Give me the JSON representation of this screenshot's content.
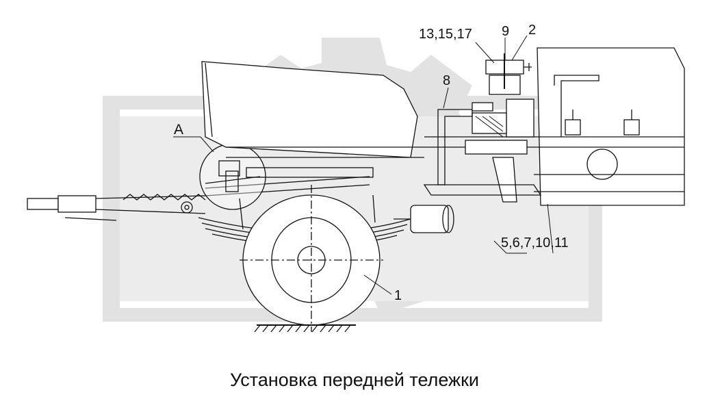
{
  "diagram": {
    "caption": "Установка передней тележки",
    "callouts": {
      "c1": "1",
      "c2": "2",
      "c8": "8",
      "c9": "9",
      "c13": "13,15,17",
      "c5": "5,6,7,10,11",
      "cA": "А"
    },
    "watermark_color": "#e2e2e2",
    "line_color": "#111111"
  }
}
